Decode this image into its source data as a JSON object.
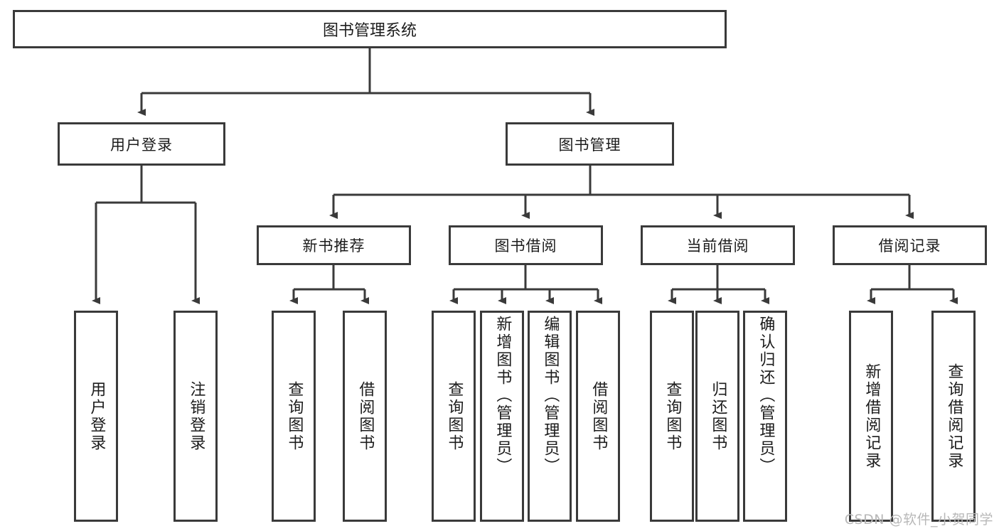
{
  "diagram": {
    "title": "图书管理系统",
    "type": "tree-hierarchy-chart",
    "root": {
      "label": "图书管理系统"
    },
    "level2": [
      {
        "label": "用户登录"
      },
      {
        "label": "图书管理"
      }
    ],
    "level3": [
      {
        "label": "新书推荐"
      },
      {
        "label": "图书借阅"
      },
      {
        "label": "当前借阅"
      },
      {
        "label": "借阅记录"
      }
    ],
    "leaves": [
      {
        "label": "用户登录"
      },
      {
        "label": "注销登录"
      },
      {
        "label": "查询图书"
      },
      {
        "label": "借阅图书"
      },
      {
        "label": "查询图书"
      },
      {
        "label": "新增图书（管理员）"
      },
      {
        "label": "编辑图书（管理员）"
      },
      {
        "label": "借阅图书"
      },
      {
        "label": "查询图书"
      },
      {
        "label": "归还图书"
      },
      {
        "label": "确认归还（管理员）"
      },
      {
        "label": "新增借阅记录"
      },
      {
        "label": "查询借阅记录"
      }
    ],
    "watermark": "CSDN @软件_小贺同学",
    "colors": {
      "border": "#3a3a3a",
      "text": "#1c1c1c",
      "background": "#ffffff",
      "watermark": "#b8b8b8"
    }
  }
}
